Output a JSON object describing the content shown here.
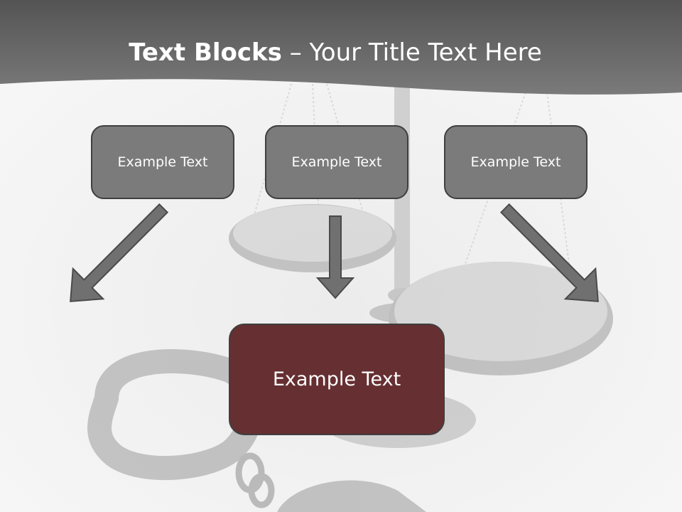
{
  "header": {
    "title_bold": "Text Blocks",
    "title_sep": " – ",
    "title_rest": "Your Title Text Here"
  },
  "boxes": {
    "left": "Example Text",
    "center": "Example Text",
    "right": "Example Text",
    "main": "Example Text"
  },
  "colors": {
    "header_band": "#666666",
    "small_box": "#7b7b7b",
    "main_box": "#662f31",
    "arrow": "#707070"
  }
}
